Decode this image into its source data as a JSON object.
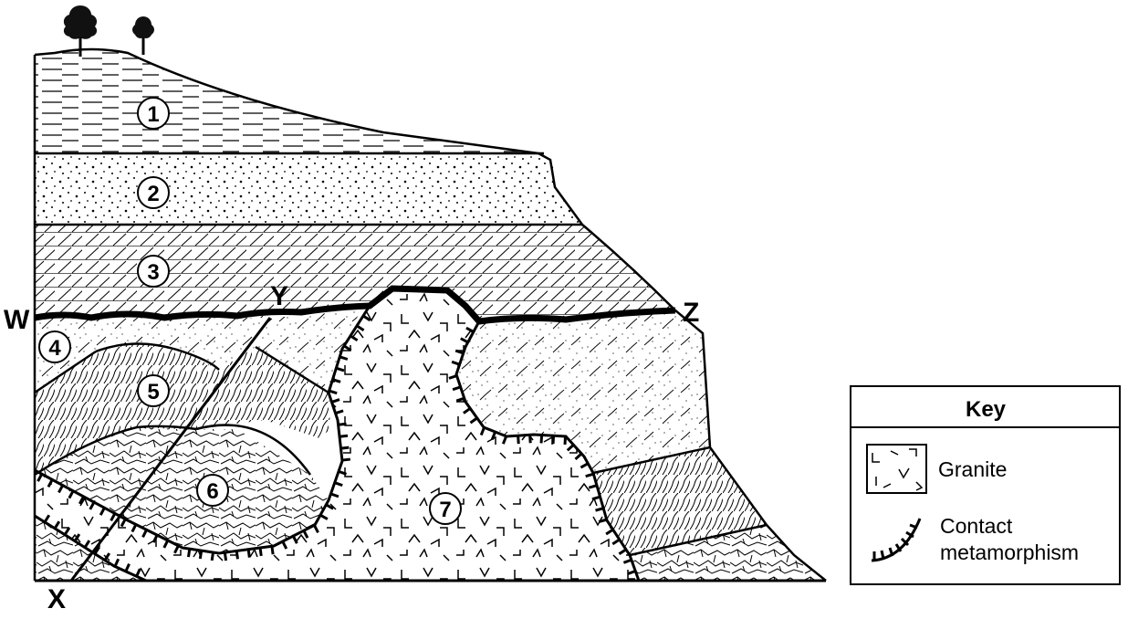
{
  "diagram": {
    "layers": [
      {
        "id": "1"
      },
      {
        "id": "2"
      },
      {
        "id": "3"
      },
      {
        "id": "4"
      },
      {
        "id": "5"
      },
      {
        "id": "6"
      },
      {
        "id": "7"
      }
    ],
    "points": {
      "w": "W",
      "x": "X",
      "y": "Y",
      "z": "Z"
    }
  },
  "key": {
    "title": "Key",
    "items": [
      {
        "label": "Granite",
        "icon": "granite-symbol-icon"
      },
      {
        "label_line1": "Contact",
        "label_line2": "metamorphism",
        "icon": "contact-metamorphism-icon"
      }
    ]
  }
}
